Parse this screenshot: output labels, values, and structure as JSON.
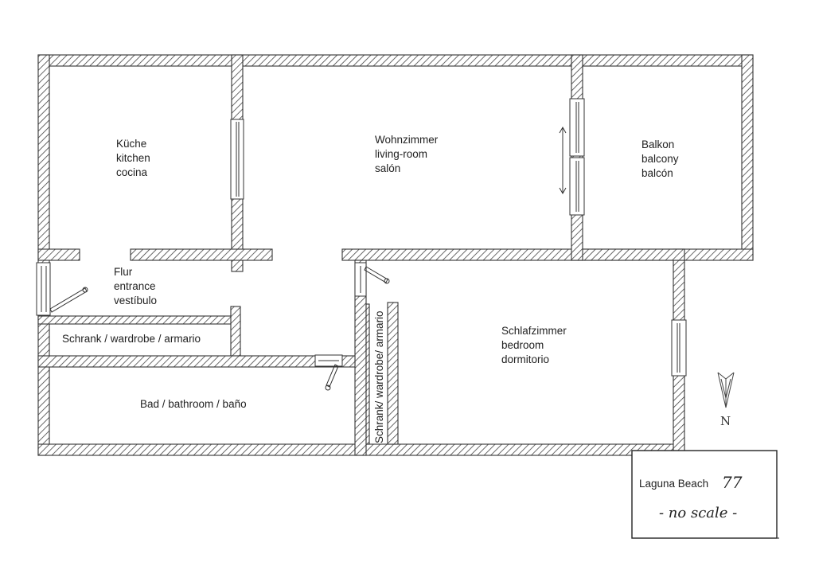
{
  "rooms": {
    "kitchen": [
      "Küche",
      "kitchen",
      "cocina"
    ],
    "living": [
      "Wohnzimmer",
      "living-room",
      "salón"
    ],
    "balcony": [
      "Balkon",
      "balcony",
      "balcón"
    ],
    "hall": [
      "Flur",
      "entrance",
      "vestíbulo"
    ],
    "wardrobe": "Schrank / wardrobe / armario",
    "bathroom": "Bad / bathroom / baño",
    "wardrobe_vertical": "Schrank/ wardrobe/ armario",
    "bedroom": [
      "Schlafzimmer",
      "bedroom",
      "dormitorio"
    ]
  },
  "north": "N",
  "title_box": {
    "name": "Laguna Beach",
    "number": "77",
    "note": "- no scale -"
  }
}
